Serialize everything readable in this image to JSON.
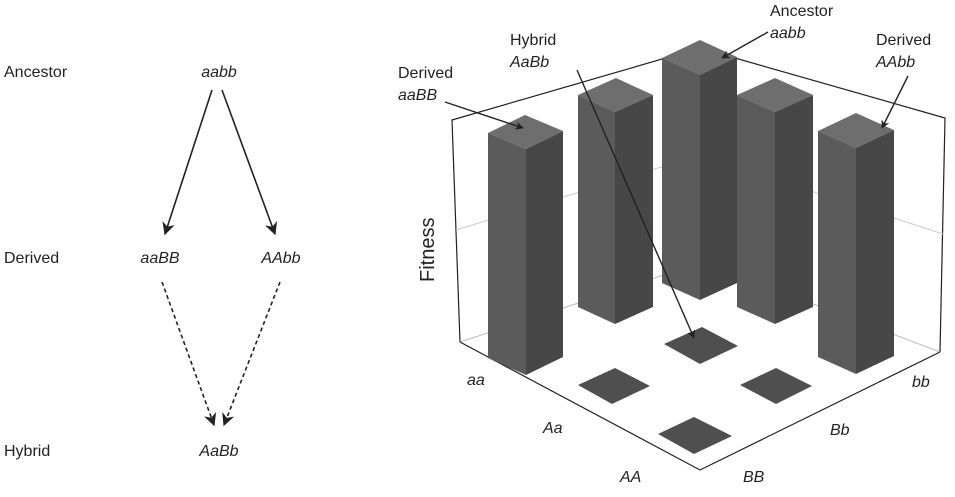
{
  "pathway": {
    "rows": [
      {
        "label": "Ancestor",
        "genotypes": [
          "aabb"
        ]
      },
      {
        "label": "Derived",
        "genotypes": [
          "aaBB",
          "AAbb"
        ]
      },
      {
        "label": "Hybrid",
        "genotypes": [
          "AaBb"
        ]
      }
    ]
  },
  "landscape": {
    "z_axis_label": "Fitness",
    "a_axis_ticks": [
      "aa",
      "Aa",
      "AA"
    ],
    "b_axis_ticks": [
      "BB",
      "Bb",
      "bb"
    ],
    "callouts": [
      {
        "title": "Ancestor",
        "genotype": "aabb"
      },
      {
        "title": "Hybrid",
        "genotype": "AaBb"
      },
      {
        "title": "Derived",
        "genotype": "aaBB"
      },
      {
        "title": "Derived",
        "genotype": "AAbb"
      }
    ],
    "fitness_levels": {
      "high": 1,
      "low": 0
    },
    "colors": {
      "bar_front": "#5b5b5b",
      "bar_side": "#484848",
      "bar_top": "#6e6e6e",
      "frame": "#222222"
    }
  }
}
